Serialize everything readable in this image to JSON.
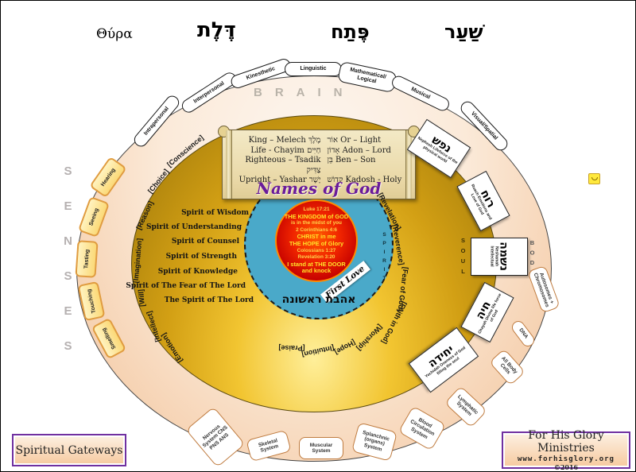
{
  "gateway_words": {
    "greek": "Θύρα",
    "delet": "דֶּלֶת",
    "petach": "פֶּתַח",
    "shaar": "שַׁעַר"
  },
  "regions": {
    "brain": "BRAIN",
    "senses": "SENSES",
    "spirit": "SPIRIT",
    "soul": "SOUL",
    "body": "BODY"
  },
  "brain": {
    "intelligences": [
      "Intrapersonal",
      "Interpersonal",
      "Kinesthetic",
      "Linguistic",
      "Mathematical/ Logical",
      "Musical",
      "Visual/Spatial"
    ]
  },
  "senses": {
    "items": [
      "Hearing",
      "Seeing",
      "Tasting",
      "Touching",
      "Smelling"
    ]
  },
  "names_of_god": {
    "title": "Names of God",
    "left": [
      "King – Melech מֶלֶךְ",
      "Life - Chayim חַיִּים",
      "Righteous – Tsadik צַדִּיק",
      "Upright – Yashar יָשָׁר"
    ],
    "right": [
      "אוֹר Or – Light",
      "אָדוֹן Adon – Lord",
      "בֵּן Ben – Son",
      "קָדוֹשׁ Kadosh - Holy"
    ]
  },
  "spirits": [
    "Spirit of Wisdom",
    "Spirit of Understanding",
    "Spirit of Counsel",
    "Spirit of Strength",
    "Spirit of Knowledge",
    "Spirit of The Fear of The Lord",
    "The Spirit of The Lord"
  ],
  "faculties_left": [
    "[Conscience]",
    "[Choice]",
    "[Reason]",
    "[Imagination]",
    "[Will]",
    "[Intellect]",
    "[Emotion]"
  ],
  "faculties_right": [
    "[Revelation]",
    "[Reverence]",
    "[Fear of God]",
    "[Faith in God]",
    "[Worship]",
    "[Hope]",
    "[Intuition]",
    "[Praise]"
  ],
  "center": {
    "lines": [
      "Luke 17:21",
      "THE KINGDOM of GOD",
      "is in the midst of you",
      "2 Corinthians 4:6",
      "CHRIST in me",
      "THE HOPE of Glory",
      "Colossians 1:27",
      "Revelation 3:20",
      "I stand at THE DOOR",
      "and knock"
    ]
  },
  "first_love": {
    "banner": "First Love",
    "hebrew": "אהבת ראשונה"
  },
  "soul_levels": [
    {
      "hebrew": "נפש",
      "caption": "Nephesh Lifeforce of the physical world"
    },
    {
      "hebrew": "רוח",
      "caption": "Ruach Emotions and Love of God"
    },
    {
      "hebrew": "נשמה",
      "caption": "Neshamah Intellectual"
    },
    {
      "hebrew": "חיה",
      "caption": "Chayah Divine life force of God"
    },
    {
      "hebrew": "יחידה",
      "caption": "Yechidah Oneness of God filling the soul"
    }
  ],
  "body_systems": [
    "Nervous System CNS PNS ANS",
    "Skeletal System",
    "Muscular System",
    "Splanchnic (organs) System",
    "Blood Circulation System",
    "Lymphatic System",
    "All Body Cells",
    "DNA",
    "Autosomes + Chromosomes"
  ],
  "footer": {
    "left_label": "Spiritual Gateways",
    "right_line1": "For His Glory Ministries",
    "right_line2": "www.forhisglory.org",
    "right_line3": "©2016"
  },
  "colors": {
    "accent_purple": "#7030a0",
    "gold": "#d29f14",
    "blue": "#4aa9c9",
    "red": "#f02500",
    "peach": "#f6d2b2"
  }
}
